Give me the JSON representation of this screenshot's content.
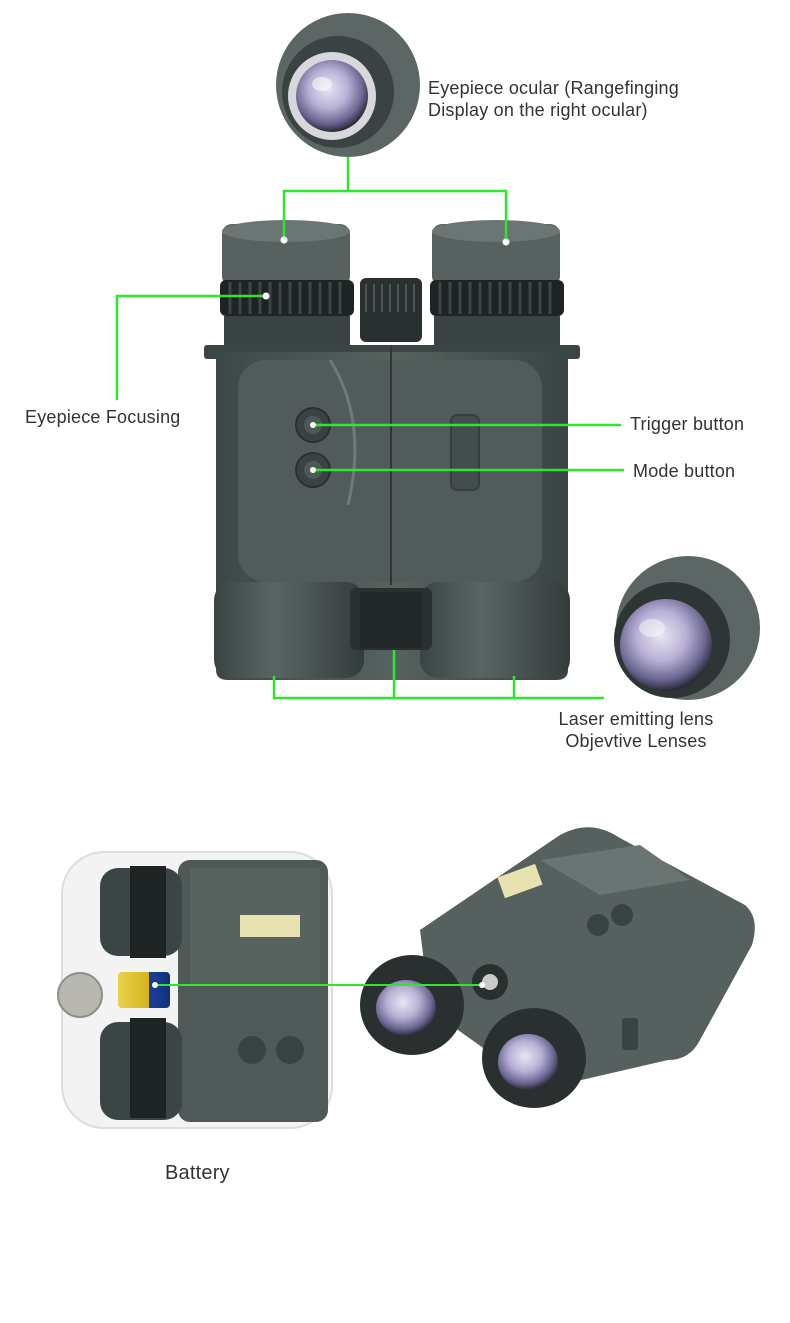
{
  "annotations": {
    "eyepiece_ocular": [
      "Eyepiece ocular (Rangefinging",
      "Display on the right ocular)"
    ],
    "eyepiece_focusing": "Eyepiece Focusing",
    "trigger_button": "Trigger button",
    "mode_button": "Mode button",
    "laser_lens": "Laser emitting lens",
    "objective_lenses": "Objevtive Lenses",
    "battery": "Battery"
  },
  "colors": {
    "callout_line": "#2ee62e",
    "body": "#4a5556",
    "body_dark": "#2f3838",
    "text": "#333333"
  }
}
